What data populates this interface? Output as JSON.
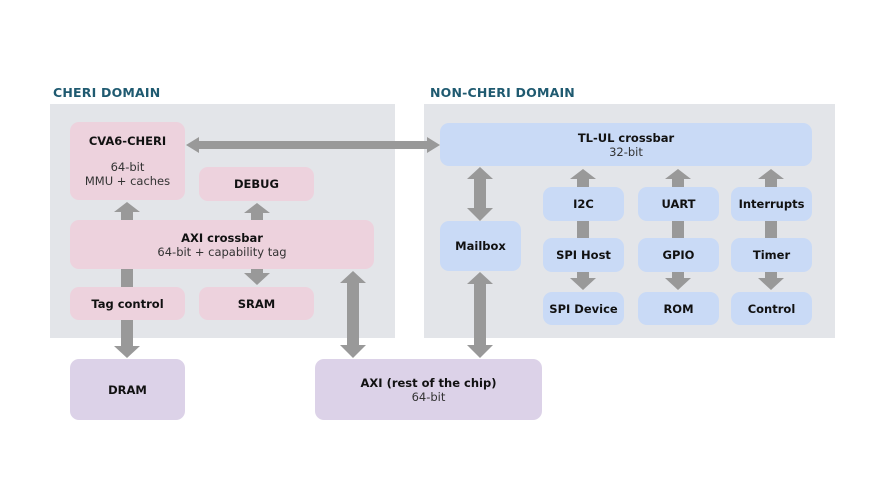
{
  "diagram": {
    "cheri_domain": {
      "heading": "CHERI DOMAIN",
      "blocks": {
        "cva6": {
          "title": "CVA6-CHERI",
          "line1": "64-bit",
          "line2": "MMU + caches"
        },
        "debug": {
          "title": "DEBUG"
        },
        "axi_crossbar": {
          "title": "AXI crossbar",
          "subtitle": "64-bit + capability tag"
        },
        "tag_control": {
          "title": "Tag control"
        },
        "sram": {
          "title": "SRAM"
        }
      }
    },
    "non_cheri_domain": {
      "heading": "NON-CHERI DOMAIN",
      "blocks": {
        "tlul": {
          "title": "TL-UL crossbar",
          "subtitle": "32-bit"
        },
        "mailbox": {
          "title": "Mailbox"
        },
        "i2c": {
          "title": "I2C"
        },
        "uart": {
          "title": "UART"
        },
        "interrupts": {
          "title": "Interrupts"
        },
        "spi_host": {
          "title": "SPI Host"
        },
        "gpio": {
          "title": "GPIO"
        },
        "timer": {
          "title": "Timer"
        },
        "spi_device": {
          "title": "SPI Device"
        },
        "rom": {
          "title": "ROM"
        },
        "control": {
          "title": "Control"
        }
      }
    },
    "external": {
      "dram": {
        "title": "DRAM"
      },
      "axi_rest": {
        "title": "AXI (rest of the chip)",
        "subtitle": "64-bit"
      }
    },
    "connections": [
      {
        "from": "CVA6-CHERI",
        "to": "TL-UL crossbar",
        "type": "bidirectional"
      },
      {
        "from": "AXI crossbar",
        "to": "CVA6-CHERI",
        "type": "unidirectional"
      },
      {
        "from": "AXI crossbar",
        "to": "DEBUG",
        "type": "unidirectional"
      },
      {
        "from": "AXI crossbar",
        "to": "SRAM",
        "type": "unidirectional"
      },
      {
        "from": "AXI crossbar",
        "to": "Tag control",
        "type": "line"
      },
      {
        "from": "Tag control",
        "to": "DRAM",
        "type": "unidirectional"
      },
      {
        "from": "AXI crossbar",
        "to": "AXI (rest of the chip)",
        "type": "bidirectional"
      },
      {
        "from": "TL-UL crossbar",
        "to": "Mailbox",
        "type": "bidirectional"
      },
      {
        "from": "Mailbox",
        "to": "AXI (rest of the chip)",
        "type": "bidirectional"
      },
      {
        "from": "I2C",
        "to": "TL-UL crossbar",
        "type": "unidirectional"
      },
      {
        "from": "UART",
        "to": "TL-UL crossbar",
        "type": "unidirectional"
      },
      {
        "from": "Interrupts",
        "to": "TL-UL crossbar",
        "type": "unidirectional"
      },
      {
        "from": "SPI Host",
        "to": "SPI Device",
        "type": "unidirectional"
      },
      {
        "from": "GPIO",
        "to": "ROM",
        "type": "unidirectional"
      },
      {
        "from": "Timer",
        "to": "Control",
        "type": "unidirectional"
      }
    ]
  }
}
